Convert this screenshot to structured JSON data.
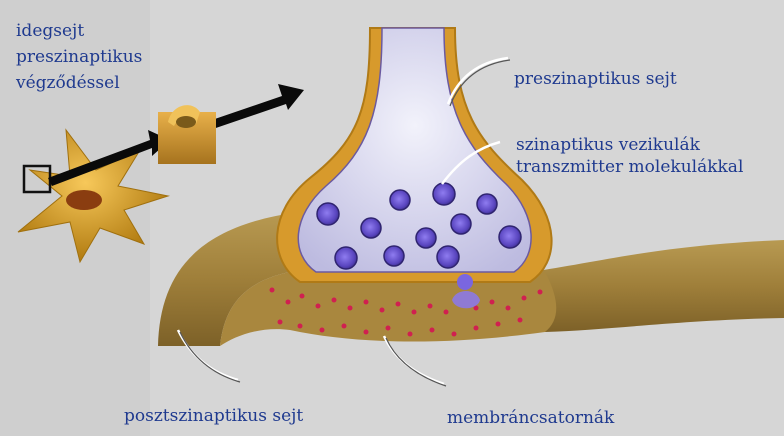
{
  "labels": {
    "neuron": [
      "idegsejt",
      "preszinaptikus",
      "végződéssel"
    ],
    "presynaptic_cell": "preszinaptikus sejt",
    "vesicles": [
      "szinaptikus vezikulák",
      "transzmitter molekulákkal"
    ],
    "postsynaptic_cell": "posztszinaptikus sejt",
    "channels": "membráncsatornák"
  },
  "colors": {
    "background": "#cfcfcf",
    "text": "#1f3a8f",
    "membrane": "#d79a2c",
    "terminal_fill": "#d8d8ee",
    "vesicle": "#6a56c8",
    "channel_dot": "#d02050"
  }
}
